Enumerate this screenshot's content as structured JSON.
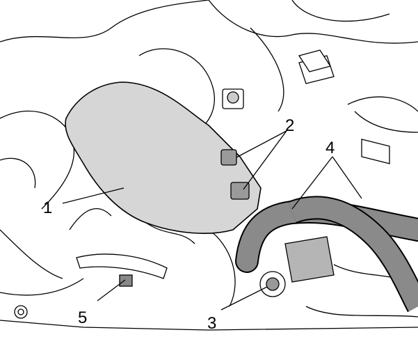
{
  "figure": {
    "callouts": [
      {
        "number": "1",
        "part": "heat-shield"
      },
      {
        "number": "2",
        "part": "shield-bolts"
      },
      {
        "number": "3",
        "part": "hex-bolt"
      },
      {
        "number": "4",
        "part": "hoses"
      },
      {
        "number": "5",
        "part": "nut"
      }
    ],
    "colors": {
      "shield": "#d6d6d6",
      "hose": "#8a8a8a",
      "line": "#000000",
      "bolt": "#9a9a9a"
    }
  }
}
